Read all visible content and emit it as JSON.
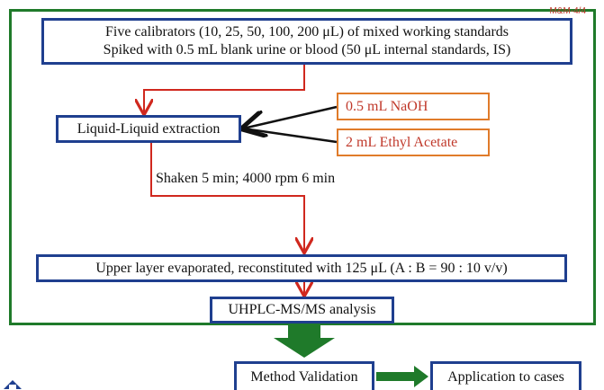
{
  "header": {
    "corner_label": "M&M-4/4"
  },
  "steps": {
    "calibrators_line1": "Five calibrators (10, 25, 50, 100, 200 μL) of mixed working standards",
    "calibrators_line2": "Spiked with 0.5 mL blank urine or blood (50 μL internal standards, IS)",
    "extraction": "Liquid-Liquid extraction",
    "reagent1": "0.5 mL NaOH",
    "reagent2": "2 mL Ethyl Acetate",
    "shaking_note": "Shaken 5 min; 4000 rpm 6 min",
    "evaporation": "Upper layer evaporated, reconstituted with 125 μL (A : B = 90 : 10 v/v)",
    "analysis": "UHPLC-MS/MS analysis",
    "validation": "Method Validation",
    "application": "Application to cases"
  },
  "colors": {
    "frame": "#1f7a2a",
    "box_border": "#1f3f8f",
    "reagent_border": "#e07b2a",
    "reagent_text": "#c0392b",
    "red_arrow": "#d0281e",
    "green_arrow": "#1f7a2a"
  }
}
